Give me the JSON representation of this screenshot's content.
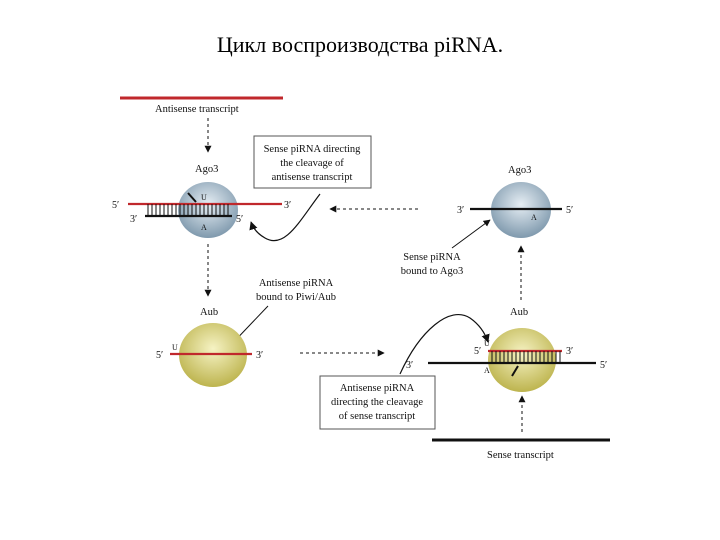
{
  "title": "Цикл воспроизводства piRNA.",
  "labels": {
    "antisense_transcript": "Antisense transcript",
    "sense_transcript": "Sense transcript",
    "ago3_left": "Ago3",
    "ago3_right": "Ago3",
    "aub_left": "Aub",
    "aub_right": "Aub",
    "box_top": [
      "Sense piRNA directing",
      "the cleavage of",
      "antisense transcript"
    ],
    "box_bottom": [
      "Antisense piRNA",
      "directing the cleavage",
      "of sense transcript"
    ],
    "antisense_bound": [
      "Antisense piRNA",
      "bound to Piwi/Aub"
    ],
    "sense_bound": [
      "Sense piRNA",
      "bound to Ago3"
    ]
  },
  "ends": {
    "five_prime": "5′",
    "three_prime": "3′"
  },
  "bases": {
    "u": "U",
    "a": "A"
  },
  "colors": {
    "antisense": "#c0282c",
    "sense": "#111111",
    "ago3": "#9fb6c8",
    "aub": "#d9d27a"
  }
}
